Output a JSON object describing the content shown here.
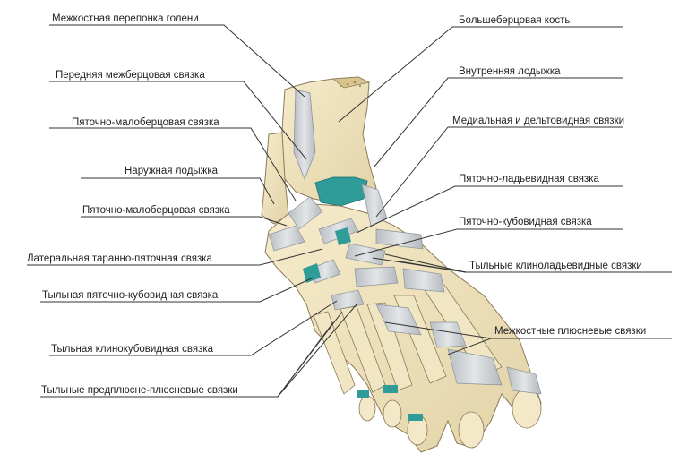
{
  "labels": {
    "left": [
      "Межкостная перепонка голени",
      "Передняя межберцовая связка",
      "Пяточно-малоберцовая связка",
      "Наружная лодыжка",
      "Пяточно-малоберцовая связка",
      "Латеральная таранно-пяточная связка",
      "Тыльная пяточно-кубовидная связка",
      "Тыльная клинокубовидная связка",
      "Тыльные предплюсне-плюсневые связки"
    ],
    "right": [
      "Большеберцовая кость",
      "Внутренняя лодыжка",
      "Медиальная и дельтовидная связки",
      "Пяточно-ладьевидная связка",
      "Пяточно-кубовидная связка",
      "Тыльные клиноладьевидные связки",
      "Межкостные плюсневые связки"
    ]
  },
  "colors": {
    "bone": "#efe3bf",
    "bone_outline": "#8a7a58",
    "ligament": "#c9cdd1",
    "cartilage": "#2f9c9a",
    "leader": "#333333"
  }
}
